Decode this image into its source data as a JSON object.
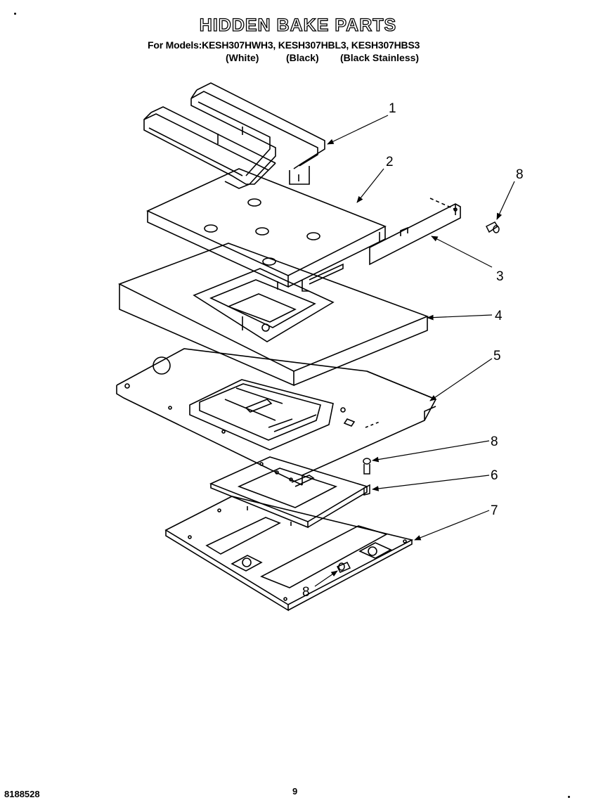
{
  "header": {
    "title": "HIDDEN BAKE PARTS",
    "models_line": "For Models:KESH307HWH3, KESH307HBL3, KESH307HBS3",
    "color_white": "(White)",
    "color_black": "(Black)",
    "color_stainless": "(Black Stainless)"
  },
  "callouts": {
    "c1": "1",
    "c2": "2",
    "c3": "3",
    "c4": "4",
    "c5": "5",
    "c6": "6",
    "c7": "7",
    "c8a": "8",
    "c8b": "8",
    "c8c": "8"
  },
  "footer": {
    "doc_number": "8188528",
    "page_number": "9"
  }
}
